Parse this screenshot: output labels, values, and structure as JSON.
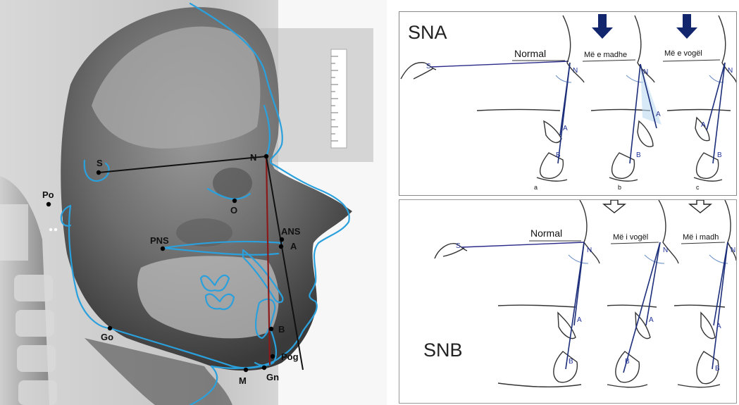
{
  "xray": {
    "landmarks": {
      "s": "S",
      "n": "N",
      "po": "Po",
      "o": "O",
      "ans": "ANS",
      "a": "A",
      "pns": "PNS",
      "go": "Go",
      "b": "B",
      "pog": "Pog",
      "m": "M",
      "gn": "Gn"
    },
    "colors": {
      "tracing": "#2aa0dd",
      "sn_line": "#111111",
      "na_line": "#8b1a1a",
      "nb_line": "#111111"
    }
  },
  "sna": {
    "title": "SNA",
    "variants": [
      {
        "label": "Normal",
        "sub": "a"
      },
      {
        "label": "Më e madhe",
        "sub": "b"
      },
      {
        "label": "Më e vogël",
        "sub": "c"
      }
    ],
    "arrow_icon": "down-arrow-icon",
    "arrow_color": "#12266e"
  },
  "snb": {
    "title": "SNB",
    "variants": [
      {
        "label": "Normal"
      },
      {
        "label": "Më i vogël"
      },
      {
        "label": "Më i madh"
      }
    ],
    "arrow_icon": "down-arrow-outline-icon"
  },
  "point_letters": {
    "s": "S",
    "n": "N",
    "a": "A",
    "b": "B"
  }
}
